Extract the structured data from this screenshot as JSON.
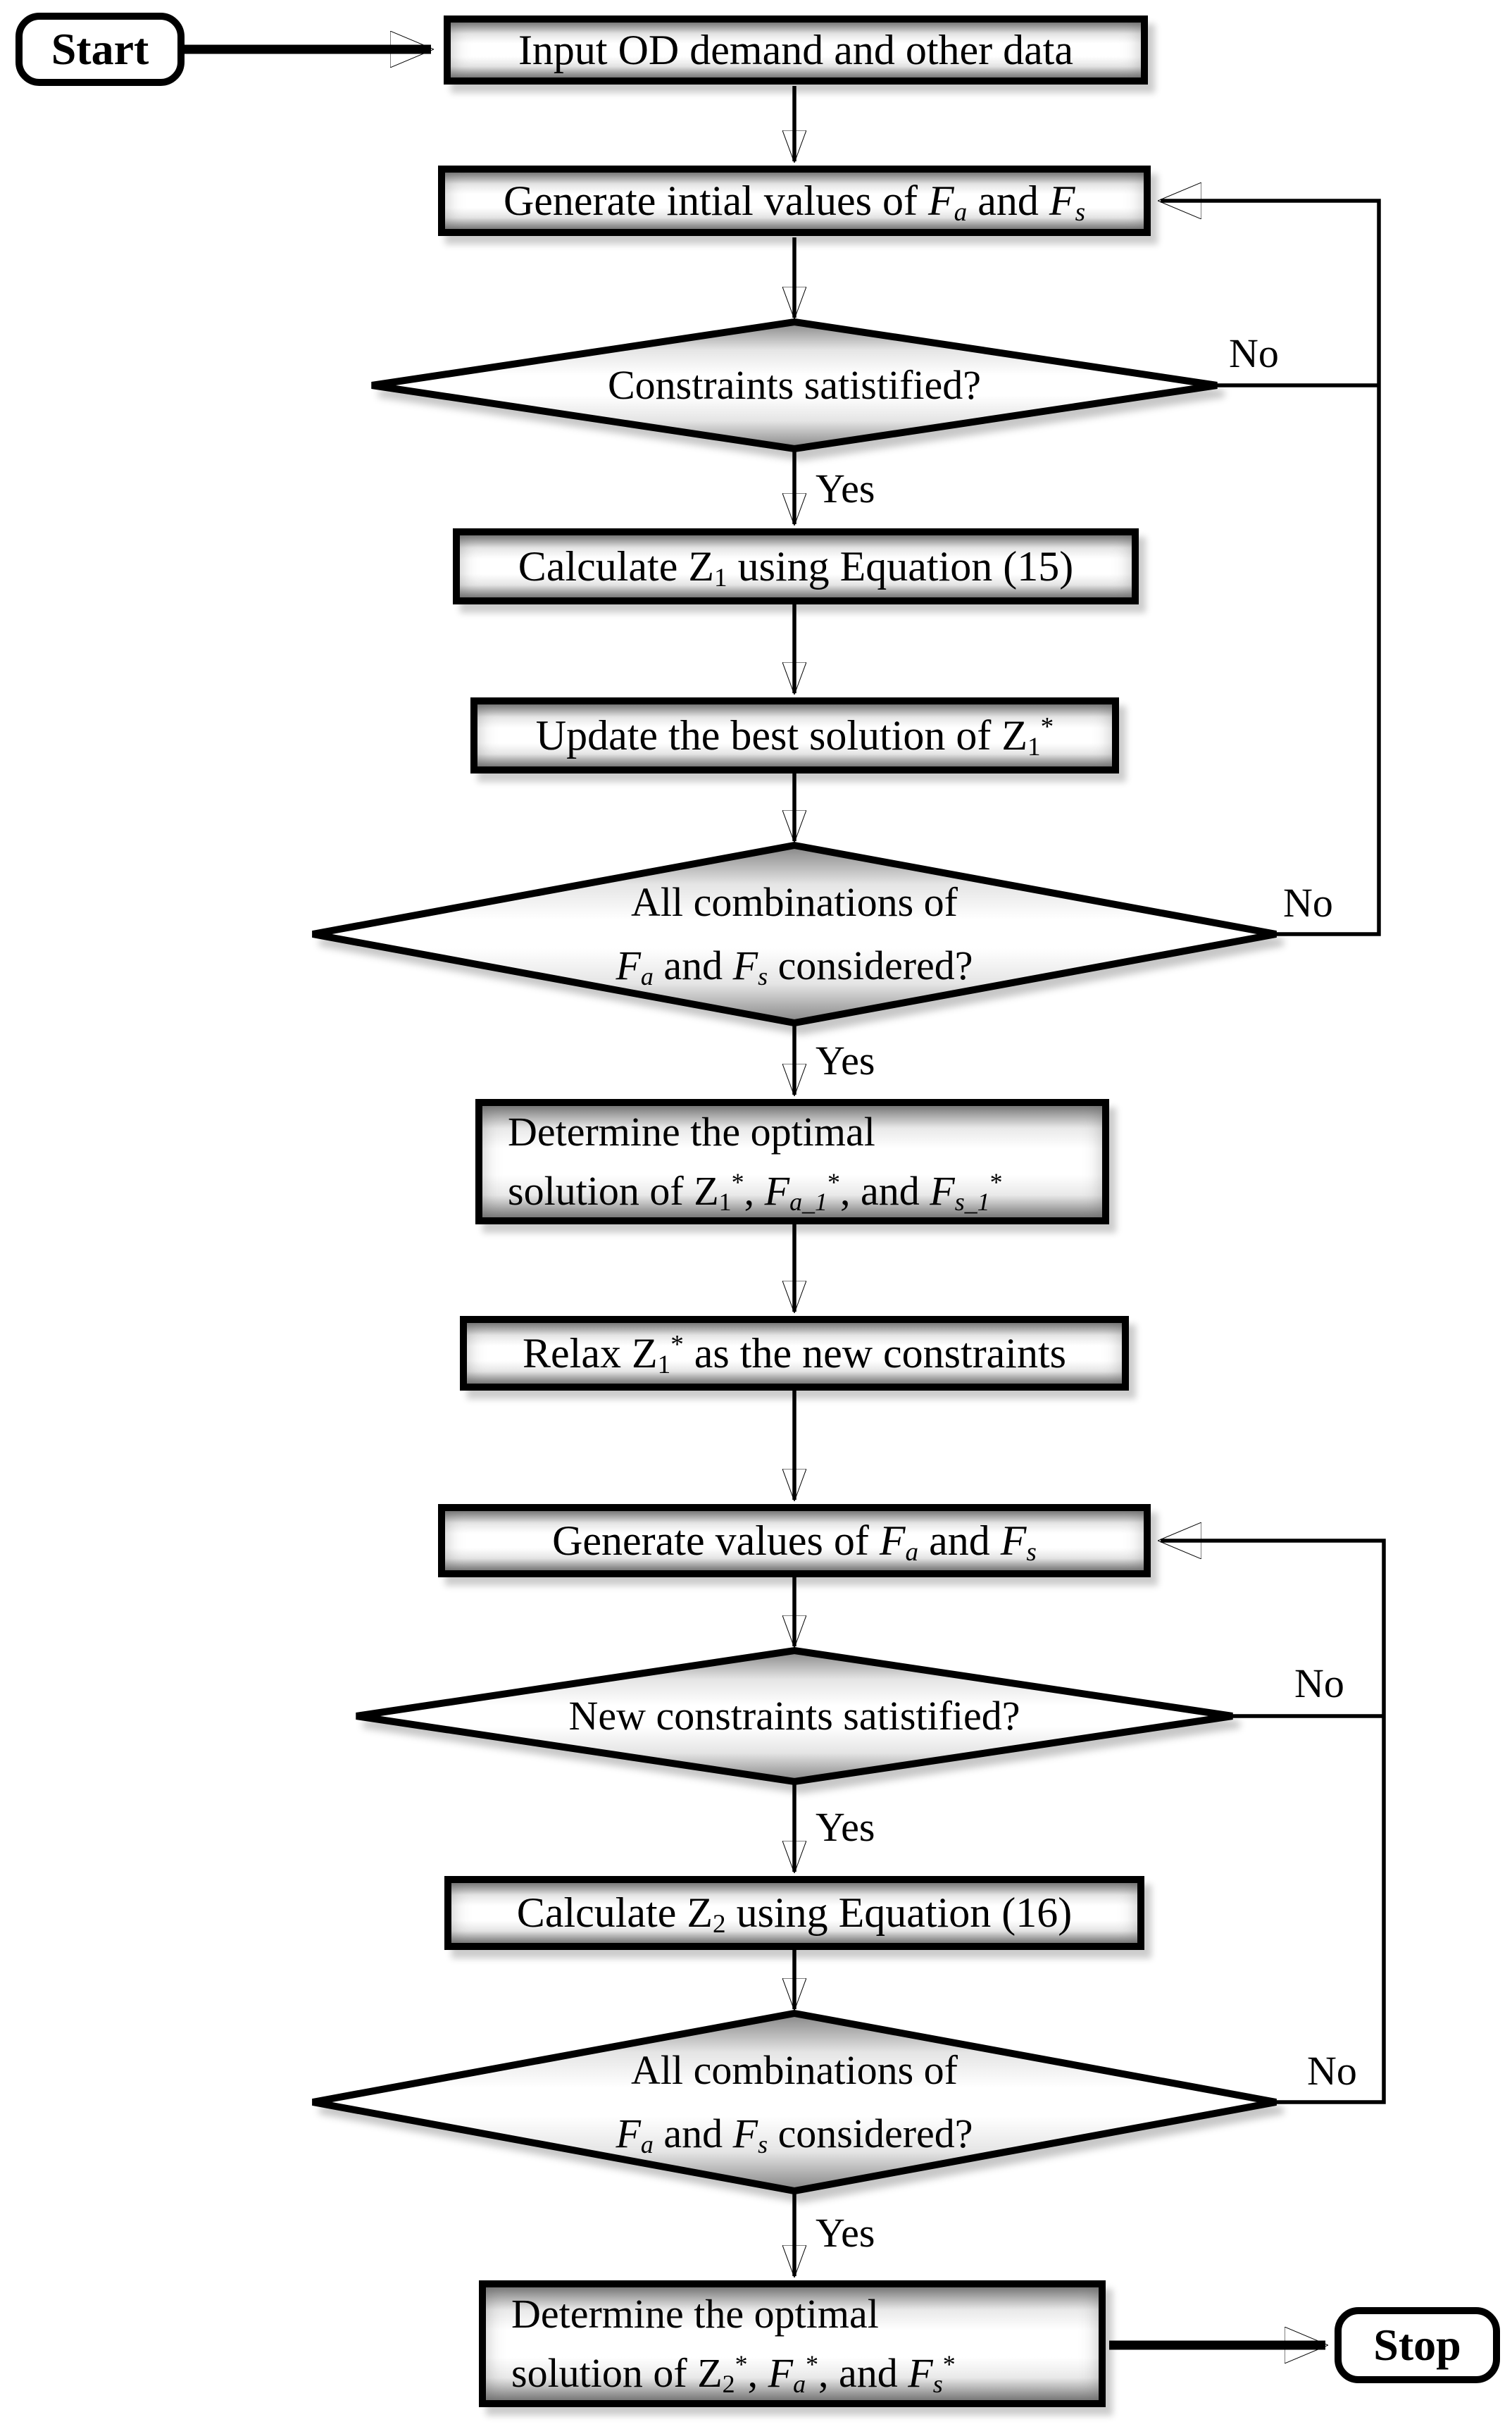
{
  "diagram_type": "flowchart",
  "colors": {
    "line": "#000000",
    "shape_border": "#000000",
    "fill_center": "#ffffff",
    "fill_edge": "#848484",
    "background": "#ffffff"
  },
  "nodes": {
    "start": {
      "type": "terminator",
      "label": "Start"
    },
    "input": {
      "type": "process",
      "lines": [
        [
          {
            "v": "Input OD demand and other data"
          }
        ]
      ]
    },
    "generate1": {
      "type": "process",
      "lines": [
        [
          {
            "v": "Generate intial values of "
          },
          {
            "v": "F",
            "st": "i"
          },
          {
            "v": "a",
            "st": "subi"
          },
          {
            "v": " and "
          },
          {
            "v": "F",
            "st": "i"
          },
          {
            "v": "s",
            "st": "subi"
          }
        ]
      ]
    },
    "d_constraints": {
      "type": "decision",
      "lines": [
        [
          {
            "v": "Constraints satistified?"
          }
        ]
      ]
    },
    "calc_z1": {
      "type": "process",
      "lines": [
        [
          {
            "v": "Calculate Z"
          },
          {
            "v": "1",
            "st": "sub"
          },
          {
            "v": " using Equation (15)"
          }
        ]
      ]
    },
    "update_best": {
      "type": "process",
      "lines": [
        [
          {
            "v": "Update the best solution of Z"
          },
          {
            "v": "1",
            "st": "sub"
          },
          {
            "v": "*",
            "st": "sup"
          }
        ]
      ]
    },
    "d_allcomb1": {
      "type": "decision",
      "lines": [
        [
          {
            "v": "All combinations of"
          }
        ],
        [
          {
            "v": "F",
            "st": "i"
          },
          {
            "v": "a",
            "st": "subi"
          },
          {
            "v": " and "
          },
          {
            "v": "F",
            "st": "i"
          },
          {
            "v": "s",
            "st": "subi"
          },
          {
            "v": " considered?"
          }
        ]
      ]
    },
    "determine1": {
      "type": "process",
      "lines": [
        [
          {
            "v": "Determine the optimal"
          }
        ],
        [
          {
            "v": "solution of Z"
          },
          {
            "v": "1",
            "st": "sub"
          },
          {
            "v": "*",
            "st": "sup"
          },
          {
            "v": ", "
          },
          {
            "v": "F",
            "st": "i"
          },
          {
            "v": "a_1",
            "st": "subi"
          },
          {
            "v": "*",
            "st": "sup"
          },
          {
            "v": ", and "
          },
          {
            "v": "F",
            "st": "i"
          },
          {
            "v": "s_1",
            "st": "subi"
          },
          {
            "v": "*",
            "st": "sup"
          }
        ]
      ]
    },
    "relax": {
      "type": "process",
      "lines": [
        [
          {
            "v": "Relax Z"
          },
          {
            "v": "1",
            "st": "sub"
          },
          {
            "v": "*",
            "st": "sup"
          },
          {
            "v": " as the new constraints"
          }
        ]
      ]
    },
    "generate2": {
      "type": "process",
      "lines": [
        [
          {
            "v": "Generate values of "
          },
          {
            "v": "F",
            "st": "i"
          },
          {
            "v": "a",
            "st": "subi"
          },
          {
            "v": " and "
          },
          {
            "v": "F",
            "st": "i"
          },
          {
            "v": "s",
            "st": "subi"
          }
        ]
      ]
    },
    "d_newconstraints": {
      "type": "decision",
      "lines": [
        [
          {
            "v": "New constraints satistified?"
          }
        ]
      ]
    },
    "calc_z2": {
      "type": "process",
      "lines": [
        [
          {
            "v": "Calculate Z"
          },
          {
            "v": "2",
            "st": "sub"
          },
          {
            "v": " using Equation (16)"
          }
        ]
      ]
    },
    "d_allcomb2": {
      "type": "decision",
      "lines": [
        [
          {
            "v": "All combinations of"
          }
        ],
        [
          {
            "v": "F",
            "st": "i"
          },
          {
            "v": "a",
            "st": "subi"
          },
          {
            "v": " and "
          },
          {
            "v": "F",
            "st": "i"
          },
          {
            "v": "s",
            "st": "subi"
          },
          {
            "v": " considered?"
          }
        ]
      ]
    },
    "determine2": {
      "type": "process",
      "lines": [
        [
          {
            "v": "Determine the optimal"
          }
        ],
        [
          {
            "v": "solution of Z"
          },
          {
            "v": "2",
            "st": "sub"
          },
          {
            "v": "*",
            "st": "sup"
          },
          {
            "v": ", "
          },
          {
            "v": "F",
            "st": "i"
          },
          {
            "v": "a",
            "st": "subi"
          },
          {
            "v": "*",
            "st": "sup"
          },
          {
            "v": ", and "
          },
          {
            "v": "F",
            "st": "i"
          },
          {
            "v": "s",
            "st": "subi"
          },
          {
            "v": "*",
            "st": "sup"
          }
        ]
      ]
    },
    "stop": {
      "type": "terminator",
      "label": "Stop"
    }
  },
  "edge_labels": {
    "yes1": "Yes",
    "yes2": "Yes",
    "yes3": "Yes",
    "yes4": "Yes",
    "no1": "No",
    "no2": "No",
    "no3": "No",
    "no4": "No"
  },
  "edges": [
    {
      "from": "start",
      "to": "input"
    },
    {
      "from": "input",
      "to": "generate1"
    },
    {
      "from": "generate1",
      "to": "d_constraints"
    },
    {
      "from": "d_constraints",
      "to": "calc_z1",
      "label": "Yes"
    },
    {
      "from": "d_constraints",
      "to": "generate1",
      "label": "No"
    },
    {
      "from": "calc_z1",
      "to": "update_best"
    },
    {
      "from": "update_best",
      "to": "d_allcomb1"
    },
    {
      "from": "d_allcomb1",
      "to": "determine1",
      "label": "Yes"
    },
    {
      "from": "d_allcomb1",
      "to": "generate1",
      "label": "No"
    },
    {
      "from": "determine1",
      "to": "relax"
    },
    {
      "from": "relax",
      "to": "generate2"
    },
    {
      "from": "generate2",
      "to": "d_newconstraints"
    },
    {
      "from": "d_newconstraints",
      "to": "calc_z2",
      "label": "Yes"
    },
    {
      "from": "d_newconstraints",
      "to": "generate2",
      "label": "No"
    },
    {
      "from": "calc_z2",
      "to": "d_allcomb2"
    },
    {
      "from": "d_allcomb2",
      "to": "determine2",
      "label": "Yes"
    },
    {
      "from": "d_allcomb2",
      "to": "generate2",
      "label": "No"
    },
    {
      "from": "determine2",
      "to": "stop"
    }
  ]
}
